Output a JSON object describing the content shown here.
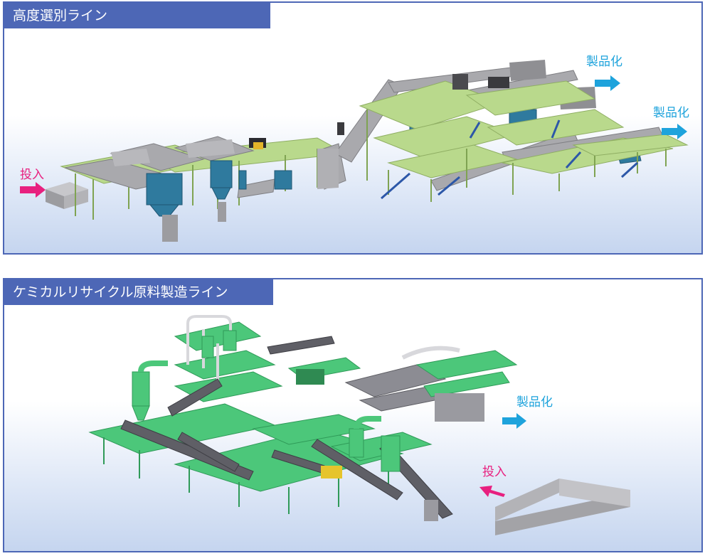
{
  "sections": [
    {
      "title": "高度選別ライン",
      "labels": {
        "input": "投入",
        "output_1": "製品化",
        "output_2": "製品化"
      }
    },
    {
      "title": "ケミカルリサイクル原料製造ライン",
      "labels": {
        "input": "投入",
        "output_1": "製品化"
      }
    }
  ],
  "colors": {
    "frame": "#4d67b6",
    "input_arrow": "#e8207f",
    "output_arrow": "#1ea3dc",
    "platform_green_1": "#b9d98c",
    "platform_green_2": "#4cc77a",
    "conveyor_gray": "#a9a9ad",
    "equipment_blue": "#2f7a9e"
  }
}
